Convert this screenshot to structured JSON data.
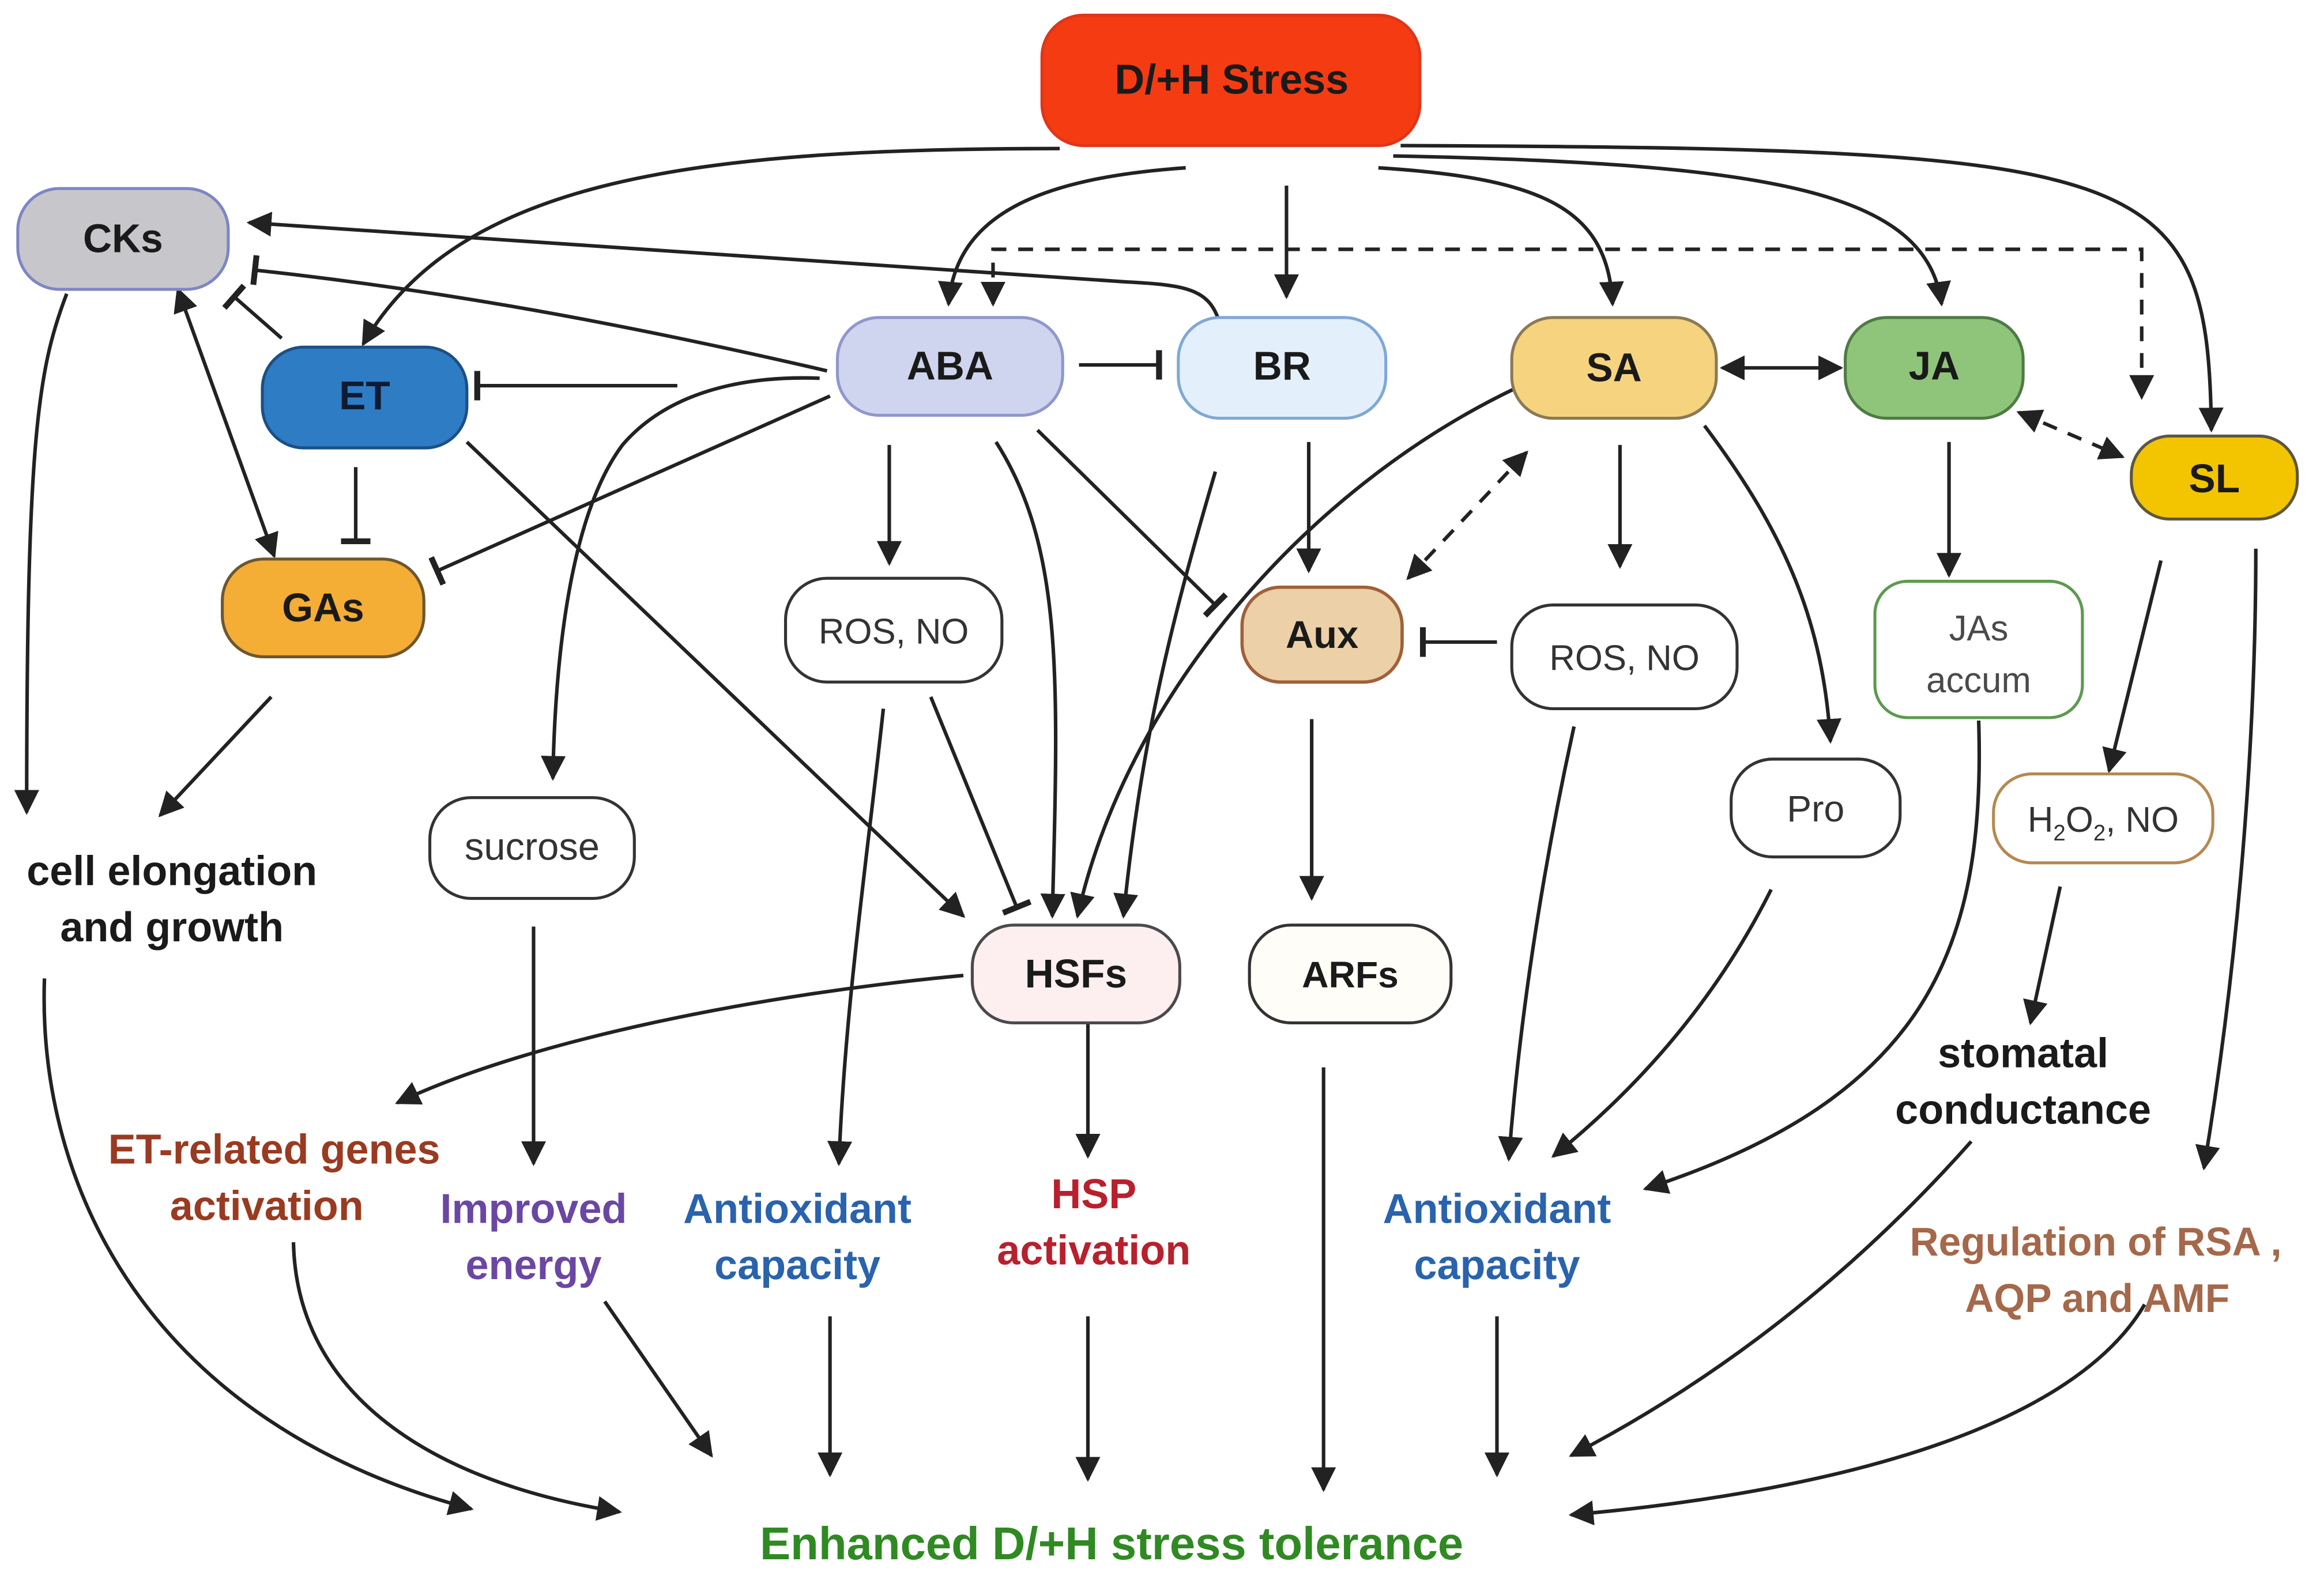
{
  "nodes": {
    "stress": "D/+H  Stress",
    "cks": "CKs",
    "et": "ET",
    "aba": "ABA",
    "br": "BR",
    "sa": "SA",
    "ja": "JA",
    "sl": "SL",
    "gas": "GAs",
    "ros_aba": "ROS, NO",
    "aux": "Aux",
    "ros_sa": "ROS, NO",
    "jas_line1": "JAs",
    "jas_line2": "accum",
    "sucrose": "sucrose",
    "pro": "Pro",
    "h2o2_main": "H",
    "h2o2_sub1": "2",
    "h2o2_mid": "O",
    "h2o2_sub2": "2",
    "h2o2_rest": ", NO",
    "hsfs": "HSFs",
    "arfs": "ARFs"
  },
  "outcomes": {
    "cell_line1": "cell elongation",
    "cell_line2": "and growth",
    "et_genes_line1": "ET-related genes",
    "et_genes_line2": "activation",
    "energy_line1": "Improved",
    "energy_line2": "energy",
    "antiox_left_line1": "Antioxidant",
    "antiox_left_line2": "capacity",
    "hsp_line1": "HSP",
    "hsp_line2": "activation",
    "antiox_right_line1": "Antioxidant",
    "antiox_right_line2": "capacity",
    "stomatal_line1": "stomatal",
    "stomatal_line2": "conductance",
    "rsa_line1": "Regulation of RSA ,",
    "rsa_line2": "AQP and AMF",
    "final": "Enhanced D/+H stress tolerance"
  },
  "colors": {
    "stress_fill": "#f53b12",
    "stress_stroke": "#e0351b",
    "cks_fill": "#c7c7cb",
    "cks_stroke": "#7d86c5",
    "et_fill": "#2e7cc3",
    "et_stroke": "#1c4f86",
    "aba_fill": "#cfd5ee",
    "aba_stroke": "#8f97cc",
    "br_fill": "#e3f0fb",
    "br_stroke": "#7fa8d6",
    "sa_fill": "#f6d37e",
    "sa_stroke": "#8a7a55",
    "ja_fill": "#8fc57a",
    "ja_stroke": "#4f7a45",
    "sl_fill": "#f2c500",
    "sl_stroke": "#5e5640",
    "gas_fill": "#f4ad35",
    "gas_stroke": "#6e5630",
    "aux_fill": "#ecd0a7",
    "aux_stroke": "#a0603a",
    "hsfs_fill": "#fdeef0",
    "hsfs_stroke": "#4a4a4a",
    "arfs_fill": "#fffdf7",
    "jas_stroke": "#5c9a4f",
    "h2o2_stroke": "#b58850",
    "brown_text": "#9a3a20",
    "purple_text": "#6b46a3",
    "blue_text": "#2a63ad",
    "red_text": "#b8202d",
    "tan_text": "#a5684a",
    "green_text": "#2f8a22",
    "edge": "#222222"
  }
}
